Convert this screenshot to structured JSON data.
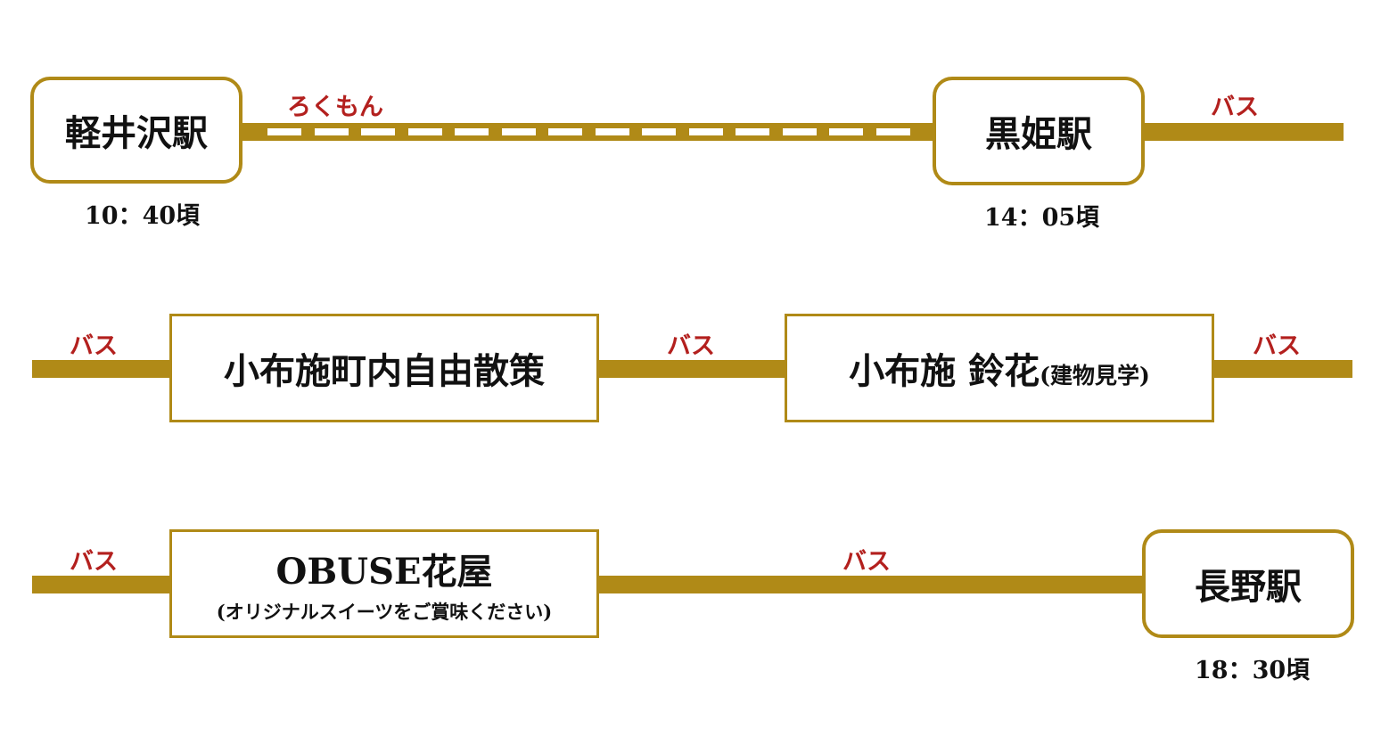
{
  "colors": {
    "line": "#b08a17",
    "label": "#b3201e",
    "text": "#111111"
  },
  "row1": {
    "start_station": "軽井沢駅",
    "start_time": "10：40頃",
    "rail_label": "ろくもん",
    "mid_station": "黒姫駅",
    "mid_time": "14：05頃",
    "tail_label": "バス"
  },
  "row2": {
    "lead_label": "バス",
    "spot1": "小布施町内自由散策",
    "mid_label": "バス",
    "spot2_main": "小布施 鈴花",
    "spot2_sub": "(建物見学)",
    "tail_label": "バス"
  },
  "row3": {
    "lead_label": "バス",
    "spot_main": "OBUSE花屋",
    "spot_sub": "(オリジナルスイーツをご賞味ください)",
    "mid_label": "バス",
    "end_station": "長野駅",
    "end_time": "18：30頃"
  }
}
